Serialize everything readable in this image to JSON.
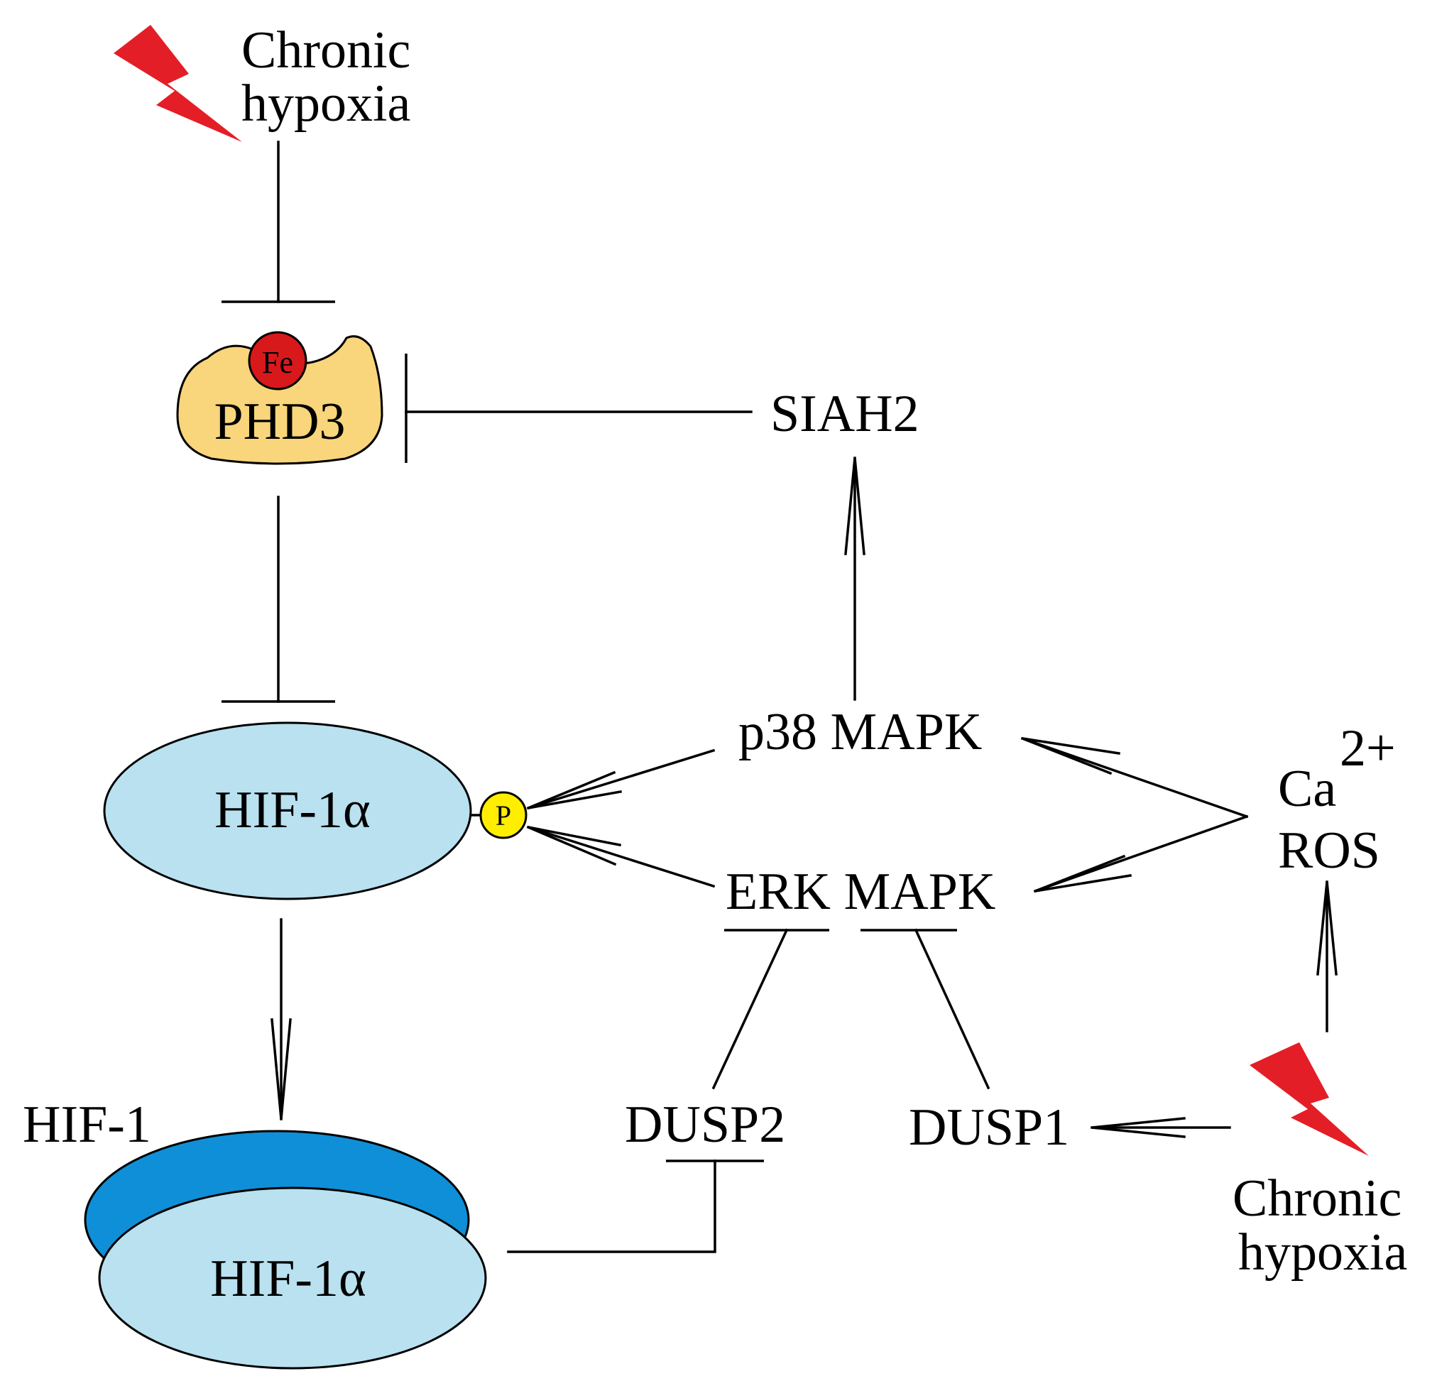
{
  "nodes": {
    "chronic_hypoxia_top": {
      "line1": "Chronic",
      "line2": "hypoxia"
    },
    "phd3": {
      "label": "PHD3",
      "cofactor": "Fe"
    },
    "siah2": {
      "label": "SIAH2"
    },
    "hif1a_top": {
      "label": "HIF-1α",
      "phospho": "P"
    },
    "p38": {
      "label": "p38 MAPK"
    },
    "erk": {
      "label": "ERK MAPK"
    },
    "ca_ros": {
      "ca": "Ca",
      "ca_sup": "2+",
      "ros": "ROS"
    },
    "dusp2": {
      "label": "DUSP2"
    },
    "dusp1": {
      "label": "DUSP1"
    },
    "hif1_complex": {
      "title": "HIF-1",
      "label": "HIF-1α"
    },
    "chronic_hypoxia_bottom": {
      "line1": "Chronic",
      "line2": "hypoxia"
    }
  },
  "colors": {
    "lightning": "#e41e26",
    "phd3_fill": "#f9d57b",
    "fe_fill": "#d7191c",
    "hif_light": "#b9e1f0",
    "hif_dark": "#0f8fd7",
    "phospho_fill": "#ffee00",
    "line": "#000000"
  },
  "edges": [
    {
      "from": "Chronic hypoxia",
      "to": "PHD3",
      "type": "inhibition"
    },
    {
      "from": "SIAH2",
      "to": "PHD3",
      "type": "inhibition"
    },
    {
      "from": "PHD3",
      "to": "HIF-1α",
      "type": "inhibition"
    },
    {
      "from": "p38 MAPK",
      "to": "SIAH2",
      "type": "activation"
    },
    {
      "from": "p38 MAPK",
      "to": "P (HIF-1α)",
      "type": "activation"
    },
    {
      "from": "ERK MAPK",
      "to": "P (HIF-1α)",
      "type": "activation"
    },
    {
      "from": "Ca2+ / ROS",
      "to": "p38 MAPK",
      "type": "activation"
    },
    {
      "from": "Ca2+ / ROS",
      "to": "ERK MAPK",
      "type": "activation"
    },
    {
      "from": "Chronic hypoxia",
      "to": "Ca2+ / ROS",
      "type": "activation"
    },
    {
      "from": "DUSP2",
      "to": "ERK MAPK",
      "type": "inhibition"
    },
    {
      "from": "DUSP1",
      "to": "ERK MAPK",
      "type": "inhibition"
    },
    {
      "from": "Chronic hypoxia",
      "to": "DUSP1",
      "type": "activation"
    },
    {
      "from": "HIF-1α",
      "to": "HIF-1",
      "type": "activation"
    },
    {
      "from": "HIF-1",
      "to": "DUSP2",
      "type": "inhibition"
    }
  ]
}
